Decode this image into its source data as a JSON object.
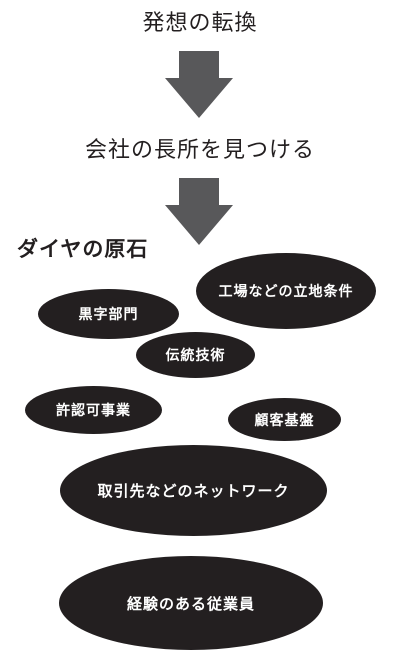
{
  "flow": {
    "step1": "発想の転換",
    "step2": "会社の長所を見つける"
  },
  "section": {
    "heading": "ダイヤの原石"
  },
  "gems": {
    "factory": "工場などの立地条件",
    "black": "黒字部門",
    "trad": "伝統技術",
    "permit": "許認可事業",
    "customer": "顧客基盤",
    "network": "取引先などのネットワーク",
    "staff": "経験のある従業員"
  },
  "colors": {
    "arrow": "#58585a",
    "ellipse": "#231f20",
    "ellipse_text": "#ffffff",
    "text": "#231f20"
  }
}
